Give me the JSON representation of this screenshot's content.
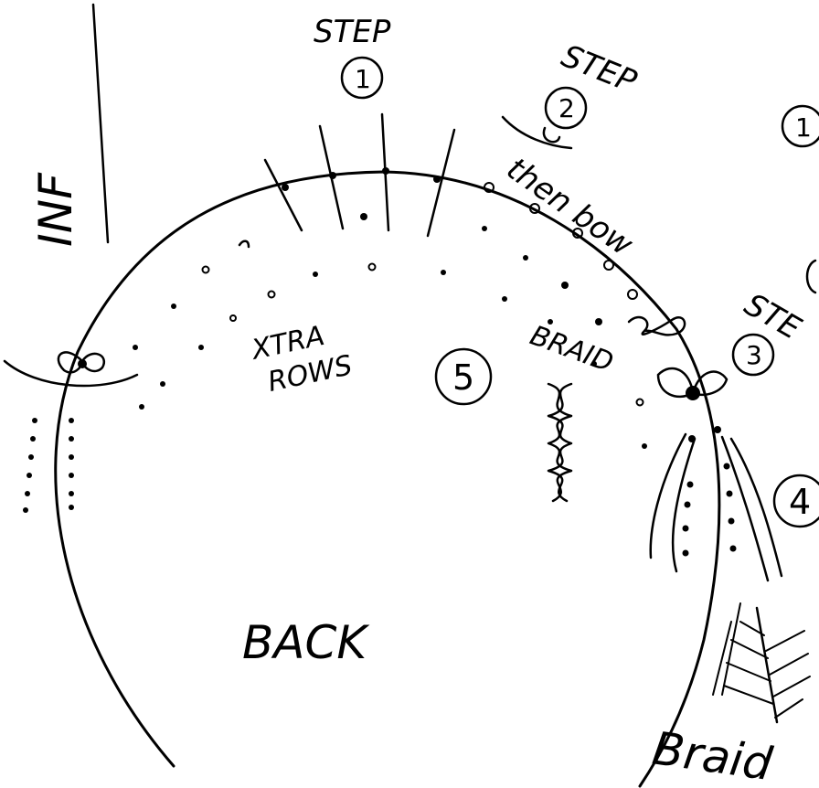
{
  "labels": {
    "edge_text": "INF",
    "step1": "STEP",
    "step1_num": "1",
    "step2": "STEP",
    "step2_num": "2",
    "then_bow": "then bow",
    "right_num_1": "1",
    "step3": "STE",
    "step3_num": "3",
    "step4_num": "4",
    "xtra_rows_line1": "XTRA",
    "xtra_rows_line2": "ROWS",
    "step5_num": "5",
    "braid_small": "BRAID",
    "back": "BACK",
    "braid_bottom": "Braid"
  },
  "colors": {
    "ink": "#000000",
    "paper": "#ffffff"
  }
}
